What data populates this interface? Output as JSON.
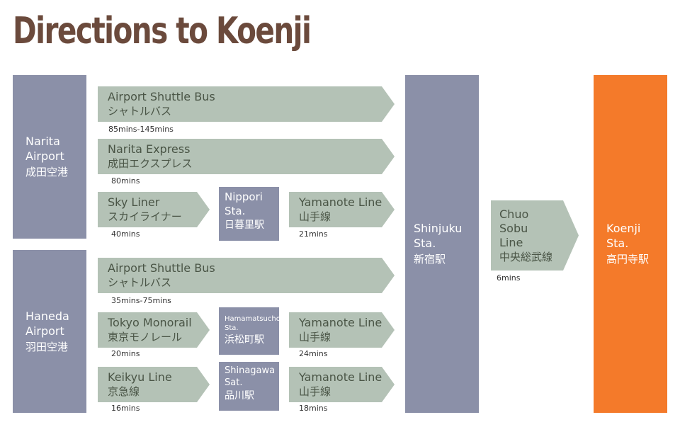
{
  "title": "Directions to Koenji",
  "stations": {
    "narita": {
      "en1": "Narita",
      "en2": "Airport",
      "jp": "成田空港"
    },
    "haneda": {
      "en1": "Haneda",
      "en2": "Airport",
      "jp": "羽田空港"
    },
    "shinjuku": {
      "en1": "Shinjuku",
      "en2": "Sta.",
      "jp": "新宿駅"
    },
    "koenji": {
      "en1": "Koenji",
      "en2": "Sta.",
      "jp": "高円寺駅"
    }
  },
  "routes": {
    "narita_bus": {
      "en": "Airport Shuttle Bus",
      "jp": "シャトルバス",
      "time": "85mins-145mins"
    },
    "narita_express": {
      "en": "Narita Express",
      "jp": "成田エクスプレス",
      "time": "80mins"
    },
    "sky_liner": {
      "en": "Sky Liner",
      "jp": "スカイライナー",
      "time": "40mins"
    },
    "yamanote_nippori": {
      "en": "Yamanote Line",
      "jp": "山手線",
      "time": "21mins"
    },
    "haneda_bus": {
      "en": "Airport Shuttle Bus",
      "jp": "シャトルバス",
      "time": "35mins-75mins"
    },
    "monorail": {
      "en": "Tokyo Monorail",
      "jp": "東京モノレール",
      "time": "20mins"
    },
    "yamanote_hamamatsucho": {
      "en": "Yamanote Line",
      "jp": "山手線",
      "time": "24mins"
    },
    "keikyu": {
      "en": "Keikyu Line",
      "jp": "京急線",
      "time": "16mins"
    },
    "yamanote_shinagawa": {
      "en": "Yamanote Line",
      "jp": "山手線",
      "time": "18mins"
    },
    "chuo_sobu": {
      "en1": "Chuo",
      "en2": "Sobu",
      "en3": "Line",
      "jp": "中央総武線",
      "time": "6mins"
    }
  },
  "transfers": {
    "nippori": {
      "en1": "Nippori",
      "en2": "Sta.",
      "jp": "日暮里駅"
    },
    "hamamatsucho": {
      "en1": "Hamamatsucho",
      "en2": "Sta.",
      "jp": "浜松町駅"
    },
    "shinagawa": {
      "en1": "Shinagawa",
      "en2": "Sat.",
      "jp": "品川駅"
    }
  },
  "colors": {
    "station": "#8b90a8",
    "destination": "#f47a2a",
    "arrow": "#b4c2b6",
    "title": "#6b4a3c"
  }
}
